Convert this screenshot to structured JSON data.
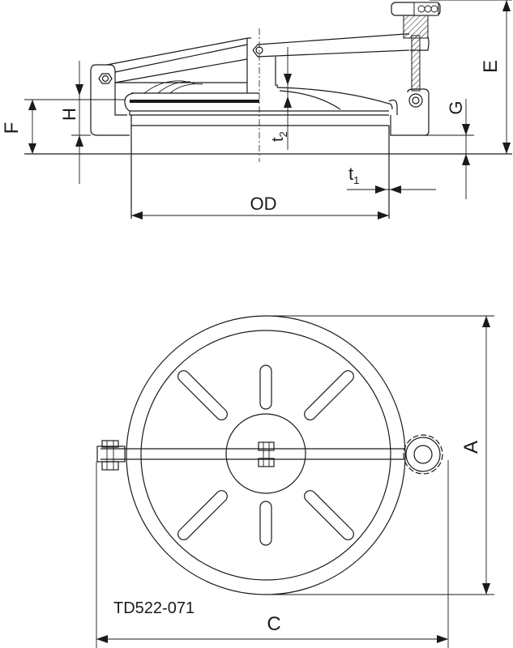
{
  "drawing": {
    "id": "TD522-071",
    "views": [
      {
        "name": "side-view",
        "description": "Manhole cover side section with hinge arm and clamp screw"
      },
      {
        "name": "top-view",
        "description": "Manhole cover plan view with radial ribs, hinge and knob"
      }
    ],
    "dimensions": {
      "top_view": {
        "F": "F",
        "H": "H",
        "t2": "t",
        "t2_sub": "2",
        "t1": "t",
        "t1_sub": "1",
        "OD": "OD",
        "G": "G",
        "E": "E"
      },
      "plan_view": {
        "A": "A",
        "C": "C"
      }
    },
    "colors": {
      "line": "#1a1a1a",
      "background": "#ffffff"
    }
  }
}
